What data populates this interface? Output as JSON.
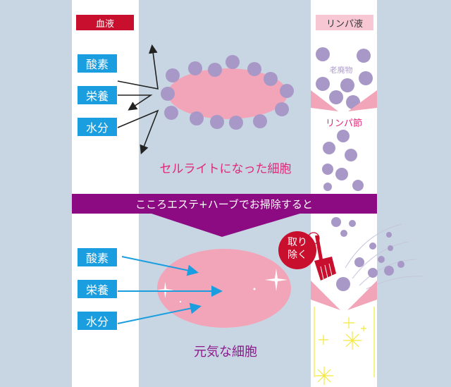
{
  "labels": {
    "blood": "血液",
    "lymph": "リンパ液"
  },
  "top": {
    "inputs": [
      "酸素",
      "栄養",
      "水分"
    ],
    "cell_caption": "セルライトになった細胞",
    "waste_label": "老廃物",
    "node_label": "リンパ節"
  },
  "banner": "こころエステ+ハーブでお掃除すると",
  "bottom": {
    "inputs": [
      "酸素",
      "栄養",
      "水分"
    ],
    "cell_caption": "元気な細胞",
    "remove_badge": [
      "取り",
      "除く"
    ]
  },
  "colors": {
    "background": "#c8d6e3",
    "banner": "#8c0a82",
    "blue": "#1a9ee0",
    "pink": "#f2a5b8",
    "purple_dot": "#a898c8",
    "red": "#c8102e"
  }
}
